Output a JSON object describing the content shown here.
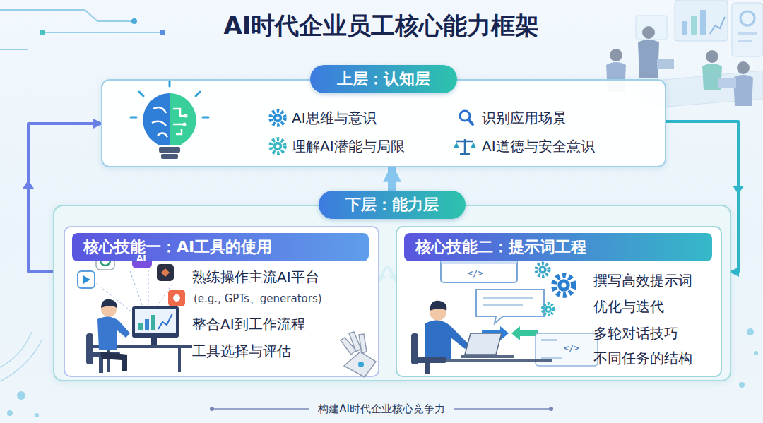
{
  "diagram": {
    "title": "AI时代企业员工核心能力框架",
    "caption": "构建AI时代企业核心竞争力",
    "nodes": [
      {
        "text": [
          "上层：认知层",
          "AI思维与意识",
          "识别应用场景",
          "理解AI潜能与局限",
          "AI道德与安全意识"
        ]
      },
      {
        "text": [
          "下层：能力层"
        ]
      },
      {
        "text": [
          "核心技能一：AI工具的使用",
          "熟练操作主流AI平台",
          "(e.g., GPTs、generators)",
          "整合AI到工作流程",
          "工具选择与评估"
        ],
        "in": 1
      },
      {
        "text": [
          "核心技能二：提示词工程",
          "撰写高效提示词",
          "优化与迭代",
          "多轮对话技巧",
          "不同任务的结构"
        ],
        "in": 1
      }
    ],
    "edges": [
      {
        "from": 1,
        "to": 0,
        "arrow": "to"
      },
      {
        "from": 1,
        "to": 0,
        "arrow": "to"
      },
      {
        "from": 0,
        "to": 1,
        "arrow": "to"
      },
      {
        "from": 2,
        "to": 3,
        "arrow": "both"
      }
    ],
    "labels": [
      "AI",
      "</>",
      "</>"
    ]
  }
}
